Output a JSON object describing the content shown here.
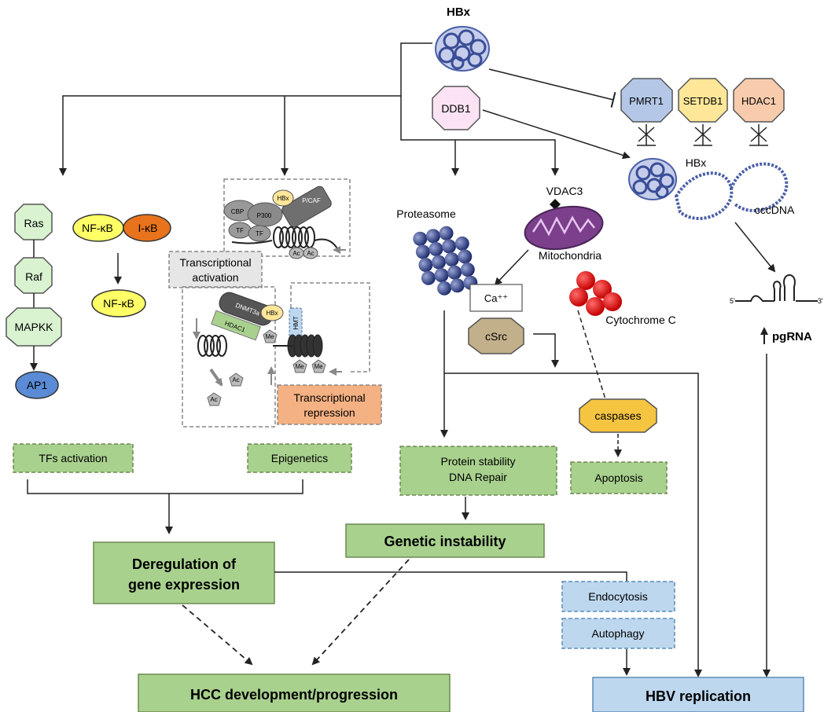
{
  "proteins": {
    "hbx": "HBx",
    "ddb1": "DDB1",
    "pmrt1": "PMRT1",
    "setdb1": "SETDB1",
    "hdac1": "HDAC1",
    "hbx_bound": "HBx",
    "cccdna": "cccDNA",
    "pgrna": "pgRNA",
    "pgrna_5": "5'",
    "pgrna_3": "3'"
  },
  "signaling": {
    "ras": "Ras",
    "raf": "Raf",
    "mapkk": "MAPKK",
    "ap1": "AP1",
    "nfkb": "NF-κB",
    "ikb": "I-κB",
    "nfkb_free": "NF-κB"
  },
  "epigenetic": {
    "cbp": "CBP",
    "p300": "P300",
    "pcaf": "P/CAF",
    "hbx_small": "HBx",
    "tf1": "TF",
    "tf2": "TF",
    "ac1": "Ac",
    "ac2": "Ac",
    "activation_label": [
      "Transcriptional",
      "activation"
    ],
    "dnmt3a": "DNMT3a",
    "hdac1": "HDAC1",
    "hbx_small2": "HBx",
    "hmt": "HMT",
    "me1": "Me",
    "me2": "Me",
    "me3": "Me",
    "ac3": "Ac",
    "ac4": "Ac",
    "repression_label": [
      "Transcriptional",
      "repression"
    ]
  },
  "mito": {
    "vdac3": "VDAC3",
    "proteasome": "Proteasome",
    "mitochondria": "Mitochondria",
    "calcium": "Ca⁺⁺",
    "csrc": "cSrc",
    "cytochrome": "Cytochrome C",
    "caspases": "caspases"
  },
  "outcomes": {
    "tfs_activation": "TFs activation",
    "epigenetics": "Epigenetics",
    "protein_stability": [
      "Protein stability",
      "DNA Repair"
    ],
    "apoptosis": "Apoptosis",
    "genetic_instability": "Genetic instability",
    "deregulation": [
      "Deregulation of",
      "gene expression"
    ],
    "endocytosis": "Endocytosis",
    "autophagy": "Autophagy",
    "hcc": "HCC development/progression",
    "hbv": "HBV replication"
  },
  "colors": {
    "green_fill": "#a9d18e",
    "green_dash": "#c5e0b4",
    "blue_fill": "#bdd7ee",
    "light_green_oct": "#d9f2d0",
    "yellow": "#ffff66",
    "orange": "#f4a460",
    "pink": "#fbe3f4",
    "coil_blue": "#4a5fa8",
    "mito_purple": "#7b3f8c",
    "red_dot": "#e3001b",
    "khaki": "#c2b08a",
    "caspase": "#f5c542"
  }
}
